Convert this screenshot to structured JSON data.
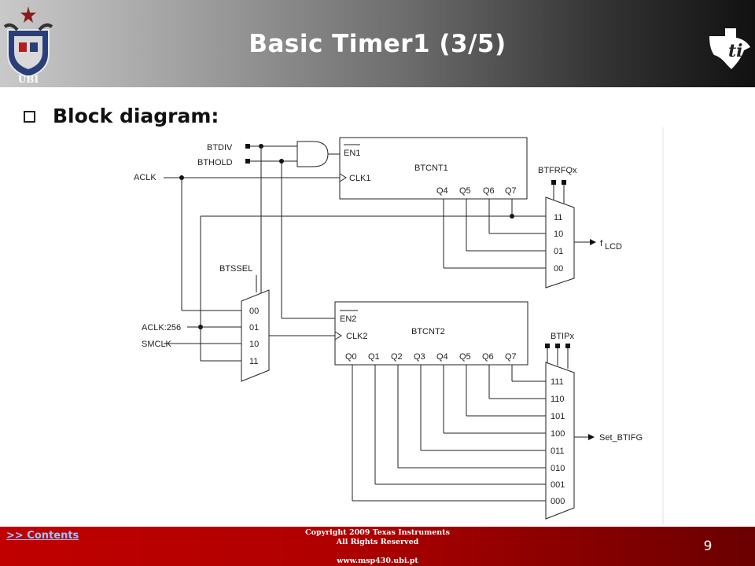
{
  "slide": {
    "title": "Basic Timer1 (3/5)",
    "number": "9",
    "ubi_logo_text": "UBI"
  },
  "bullet": {
    "text": "Block diagram:"
  },
  "diagram": {
    "inputs": {
      "btdiv": "BTDIV",
      "bthold": "BTHOLD",
      "aclk": "ACLK",
      "aclk256": "ACLK:256",
      "smclk": "SMCLK"
    },
    "btcnt1": {
      "name": "BTCNT1",
      "en": "EN1",
      "clk": "CLK1",
      "outputs": [
        "Q4",
        "Q5",
        "Q6",
        "Q7"
      ]
    },
    "btcnt2": {
      "name": "BTCNT2",
      "en": "EN2",
      "clk": "CLK2",
      "outputs": [
        "Q0",
        "Q1",
        "Q2",
        "Q3",
        "Q4",
        "Q5",
        "Q6",
        "Q7"
      ]
    },
    "btssel_mux": {
      "label": "BTSSEL",
      "inputs": [
        "00",
        "01",
        "10",
        "11"
      ]
    },
    "btfrfq_mux": {
      "label": "BTFRFQx",
      "inputs": [
        "11",
        "10",
        "01",
        "00"
      ],
      "output_main": "f",
      "output_sub": "LCD"
    },
    "btip_mux": {
      "label": "BTIPx",
      "inputs": [
        "111",
        "110",
        "101",
        "100",
        "011",
        "010",
        "001",
        "000"
      ],
      "output": "Set_BTIFG"
    }
  },
  "footer": {
    "contents_link": ">> Contents",
    "copyright_line1": "Copyright  2009 Texas Instruments",
    "copyright_line2": "All Rights Reserved",
    "website": "www.msp430.ubi.pt"
  },
  "colors": {
    "header_dark": "#111111",
    "footer_red": "#c00000",
    "link_blue": "#9fc2ff"
  }
}
